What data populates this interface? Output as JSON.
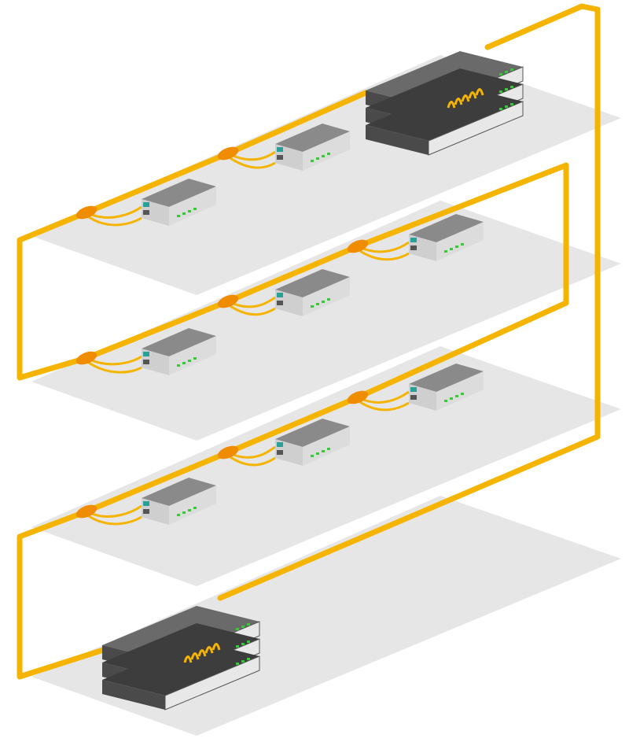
{
  "diagram": {
    "kind": "ring network topology",
    "floors": 4,
    "access_switches_per_floor": [
      2,
      3,
      3
    ],
    "core_racks": 2
  },
  "colors": {
    "cable": "#f5b400",
    "tap": "#f08c00",
    "floor": "#e6e6e6",
    "switch_body": "#f2f2f2",
    "switch_top": "#8a8a8a",
    "rack_dark": "#4a4a4a",
    "led": "#33cc33",
    "port": "#2aa198"
  }
}
